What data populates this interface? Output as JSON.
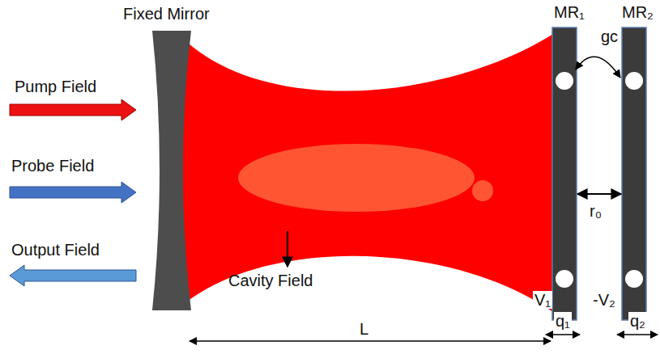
{
  "diagram": {
    "labels": [
      "Fixed Mirror",
      "MR₁",
      "MR₂",
      "gc",
      "Pump Field",
      "Probe Field",
      "Output Field",
      "r₀",
      "Cavity Field",
      "V₁",
      "-V₂",
      "L",
      "q₁",
      "q₂"
    ]
  }
}
